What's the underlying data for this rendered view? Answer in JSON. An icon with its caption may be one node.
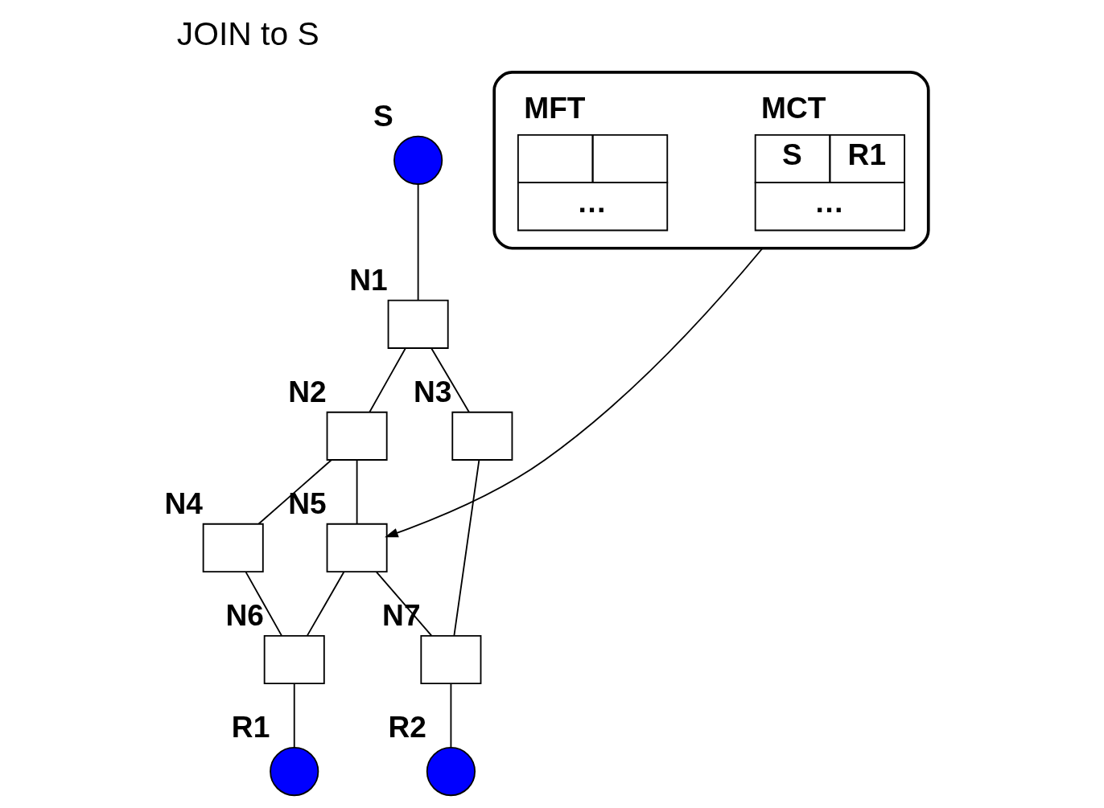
{
  "diagram": {
    "title": "JOIN to S",
    "nodes": [
      {
        "text": [],
        "shape": "circle",
        "beside": [
          "S"
        ]
      },
      {
        "text": [],
        "shape": "box",
        "beside": [
          "N1"
        ]
      },
      {
        "text": [],
        "shape": "box",
        "beside": [
          "N2"
        ]
      },
      {
        "text": [],
        "shape": "box",
        "beside": [
          "N3"
        ]
      },
      {
        "text": [],
        "shape": "box",
        "beside": [
          "N4"
        ]
      },
      {
        "text": [],
        "shape": "box",
        "beside": [
          "N5"
        ]
      },
      {
        "text": [],
        "shape": "box",
        "beside": [
          "N6"
        ]
      },
      {
        "text": [],
        "shape": "box",
        "beside": [
          "N7"
        ]
      },
      {
        "text": [],
        "shape": "circle",
        "beside": [
          "R1"
        ]
      },
      {
        "text": [],
        "shape": "circle",
        "beside": [
          "R2"
        ]
      },
      {
        "text": [],
        "shape": "box"
      },
      {
        "text": [
          "MCT",
          "S",
          "R1",
          "…"
        ],
        "in": 10
      },
      {
        "text": [
          "MFT",
          "…"
        ],
        "in": 10
      }
    ],
    "edges": [
      {
        "from": 0,
        "to": 1,
        "arrow": "none"
      },
      {
        "from": 1,
        "to": 2,
        "arrow": "none"
      },
      {
        "from": 1,
        "to": 3,
        "arrow": "none"
      },
      {
        "from": 2,
        "to": 4,
        "arrow": "none"
      },
      {
        "from": 2,
        "to": 5,
        "arrow": "none"
      },
      {
        "from": 4,
        "to": 6,
        "arrow": "none"
      },
      {
        "from": 5,
        "to": 6,
        "arrow": "none"
      },
      {
        "from": 5,
        "to": 7,
        "arrow": "none"
      },
      {
        "from": 3,
        "to": 7,
        "arrow": "none"
      },
      {
        "from": 6,
        "to": 8,
        "arrow": "none"
      },
      {
        "from": 7,
        "to": 9,
        "arrow": "none"
      },
      {
        "from": 10,
        "to": 5,
        "arrow": "to"
      }
    ]
  }
}
